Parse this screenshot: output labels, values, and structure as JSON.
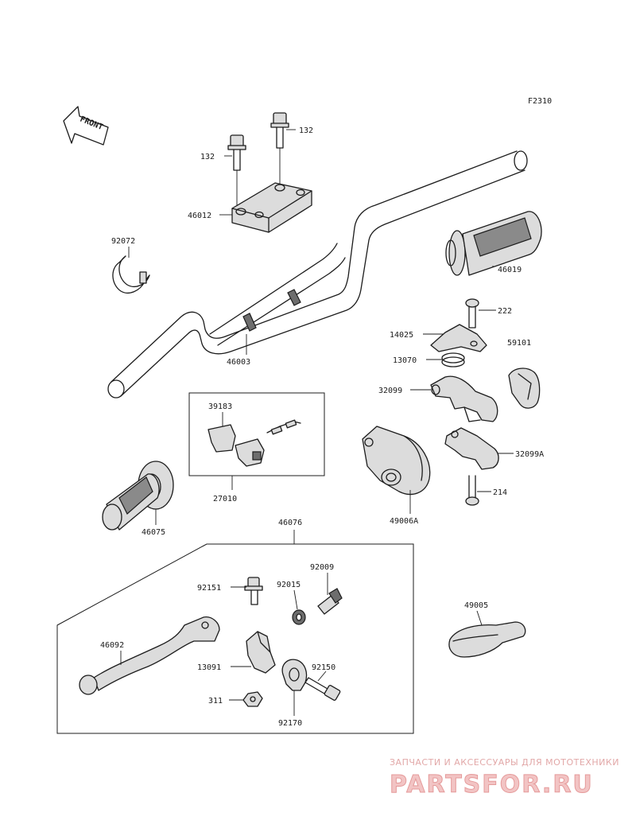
{
  "diagram": {
    "figure_code": "F2310",
    "front_label": "FRONT",
    "callouts": {
      "c132a": "132",
      "c132b": "132",
      "c46012": "46012",
      "c92072": "92072",
      "c46003": "46003",
      "c46019": "46019",
      "c222": "222",
      "c14025": "14025",
      "c59101": "59101",
      "c13070": "13070",
      "c32099": "32099",
      "c39183": "39183",
      "c27010": "27010",
      "c32099A": "32099A",
      "c214": "214",
      "c49006A": "49006A",
      "c46075": "46075",
      "c46076": "46076",
      "c92009": "92009",
      "c92151": "92151",
      "c92015": "92015",
      "c46092": "46092",
      "c13091": "13091",
      "c92150": "92150",
      "c311": "311",
      "c92170": "92170",
      "c49005": "49005"
    }
  },
  "watermark": {
    "caption": "ЗАПЧАСТИ И АКСЕССУАРЫ ДЛЯ МОТОТЕХНИКИ",
    "brand": "PARTSFOR.RU"
  }
}
